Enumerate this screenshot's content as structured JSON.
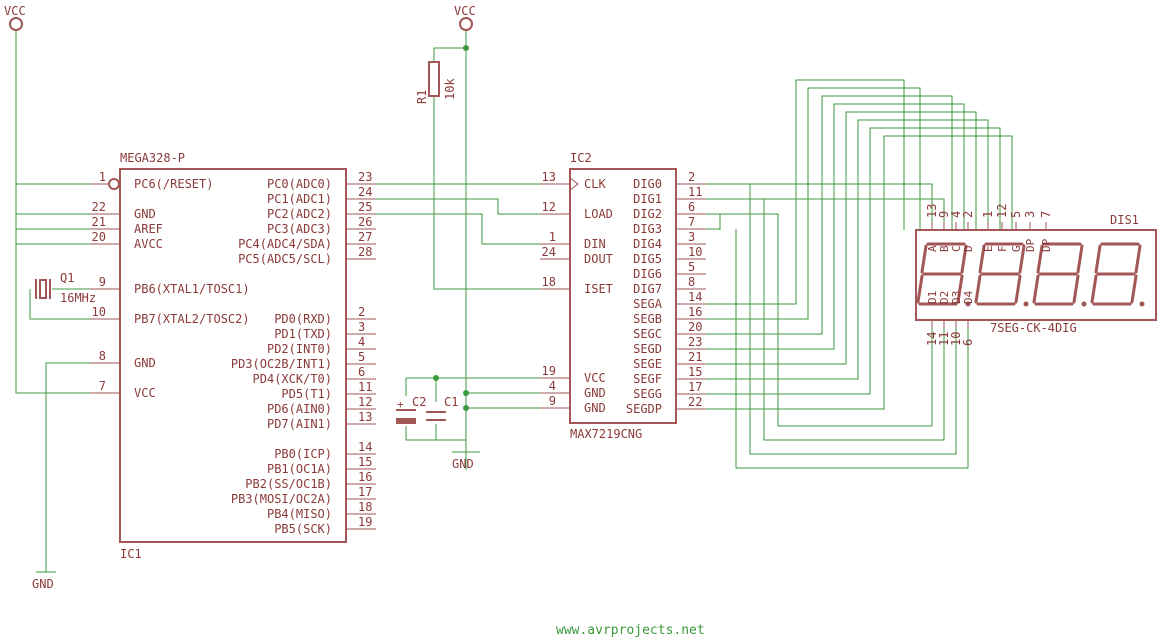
{
  "power": {
    "vcc_left": "VCC",
    "vcc_top": "VCC",
    "gnd_left": "GND",
    "gnd_mid": "GND"
  },
  "ic1": {
    "device": "MEGA328-P",
    "ref": "IC1",
    "left_pins": [
      {
        "num": "1",
        "name": "PC6(/RESET)"
      },
      {
        "num": "22",
        "name": "GND"
      },
      {
        "num": "21",
        "name": "AREF"
      },
      {
        "num": "20",
        "name": "AVCC"
      },
      {
        "num": "9",
        "name": "PB6(XTAL1/TOSC1)"
      },
      {
        "num": "10",
        "name": "PB7(XTAL2/TOSC2)"
      },
      {
        "num": "8",
        "name": "GND"
      },
      {
        "num": "7",
        "name": "VCC"
      }
    ],
    "right_pins": [
      {
        "num": "23",
        "name": "PC0(ADC0)"
      },
      {
        "num": "24",
        "name": "PC1(ADC1)"
      },
      {
        "num": "25",
        "name": "PC2(ADC2)"
      },
      {
        "num": "26",
        "name": "PC3(ADC3)"
      },
      {
        "num": "27",
        "name": "PC4(ADC4/SDA)"
      },
      {
        "num": "28",
        "name": "PC5(ADC5/SCL)"
      },
      {
        "num": "2",
        "name": "PD0(RXD)"
      },
      {
        "num": "3",
        "name": "PD1(TXD)"
      },
      {
        "num": "4",
        "name": "PD2(INT0)"
      },
      {
        "num": "5",
        "name": "PD3(OC2B/INT1)"
      },
      {
        "num": "6",
        "name": "PD4(XCK/T0)"
      },
      {
        "num": "11",
        "name": "PD5(T1)"
      },
      {
        "num": "12",
        "name": "PD6(AIN0)"
      },
      {
        "num": "13",
        "name": "PD7(AIN1)"
      },
      {
        "num": "14",
        "name": "PB0(ICP)"
      },
      {
        "num": "15",
        "name": "PB1(OC1A)"
      },
      {
        "num": "16",
        "name": "PB2(SS/OC1B)"
      },
      {
        "num": "17",
        "name": "PB3(MOSI/OC2A)"
      },
      {
        "num": "18",
        "name": "PB4(MISO)"
      },
      {
        "num": "19",
        "name": "PB5(SCK)"
      }
    ]
  },
  "ic2": {
    "device": "MAX7219CNG",
    "ref": "IC2",
    "left_pins": [
      {
        "num": "13",
        "name": "CLK"
      },
      {
        "num": "12",
        "name": "LOAD"
      },
      {
        "num": "1",
        "name": "DIN"
      },
      {
        "num": "24",
        "name": "DOUT"
      },
      {
        "num": "18",
        "name": "ISET"
      },
      {
        "num": "19",
        "name": "VCC"
      },
      {
        "num": "4",
        "name": "GND"
      },
      {
        "num": "9",
        "name": "GND"
      }
    ],
    "right_pins": [
      {
        "num": "2",
        "name": "DIG0"
      },
      {
        "num": "11",
        "name": "DIG1"
      },
      {
        "num": "6",
        "name": "DIG2"
      },
      {
        "num": "7",
        "name": "DIG3"
      },
      {
        "num": "3",
        "name": "DIG4"
      },
      {
        "num": "10",
        "name": "DIG5"
      },
      {
        "num": "5",
        "name": "DIG6"
      },
      {
        "num": "8",
        "name": "DIG7"
      },
      {
        "num": "14",
        "name": "SEGA"
      },
      {
        "num": "16",
        "name": "SEGB"
      },
      {
        "num": "20",
        "name": "SEGC"
      },
      {
        "num": "23",
        "name": "SEGD"
      },
      {
        "num": "21",
        "name": "SEGE"
      },
      {
        "num": "15",
        "name": "SEGF"
      },
      {
        "num": "17",
        "name": "SEGG"
      },
      {
        "num": "22",
        "name": "SEGDP"
      }
    ]
  },
  "r1": {
    "ref": "R1",
    "value": "10k"
  },
  "q1": {
    "ref": "Q1",
    "value": "16MHz"
  },
  "c1": {
    "ref": "C1"
  },
  "c2": {
    "ref": "C2"
  },
  "dis1": {
    "ref": "DIS1",
    "device": "7SEG-CK-4DIG",
    "top_pins": [
      {
        "num": "13",
        "name": "A"
      },
      {
        "num": "9",
        "name": "B"
      },
      {
        "num": "4",
        "name": "C"
      },
      {
        "num": "2",
        "name": "D"
      },
      {
        "num": "1",
        "name": "E"
      },
      {
        "num": "12",
        "name": "F"
      },
      {
        "num": "5",
        "name": "G"
      },
      {
        "num": "3",
        "name": "DP"
      },
      {
        "num": "7",
        "name": "DP"
      }
    ],
    "bottom_pins": [
      {
        "num": "14",
        "name": "D1"
      },
      {
        "num": "11",
        "name": "D2"
      },
      {
        "num": "10",
        "name": "D3"
      },
      {
        "num": "6",
        "name": "D4"
      }
    ]
  },
  "footer": "www.avrprojects.net"
}
